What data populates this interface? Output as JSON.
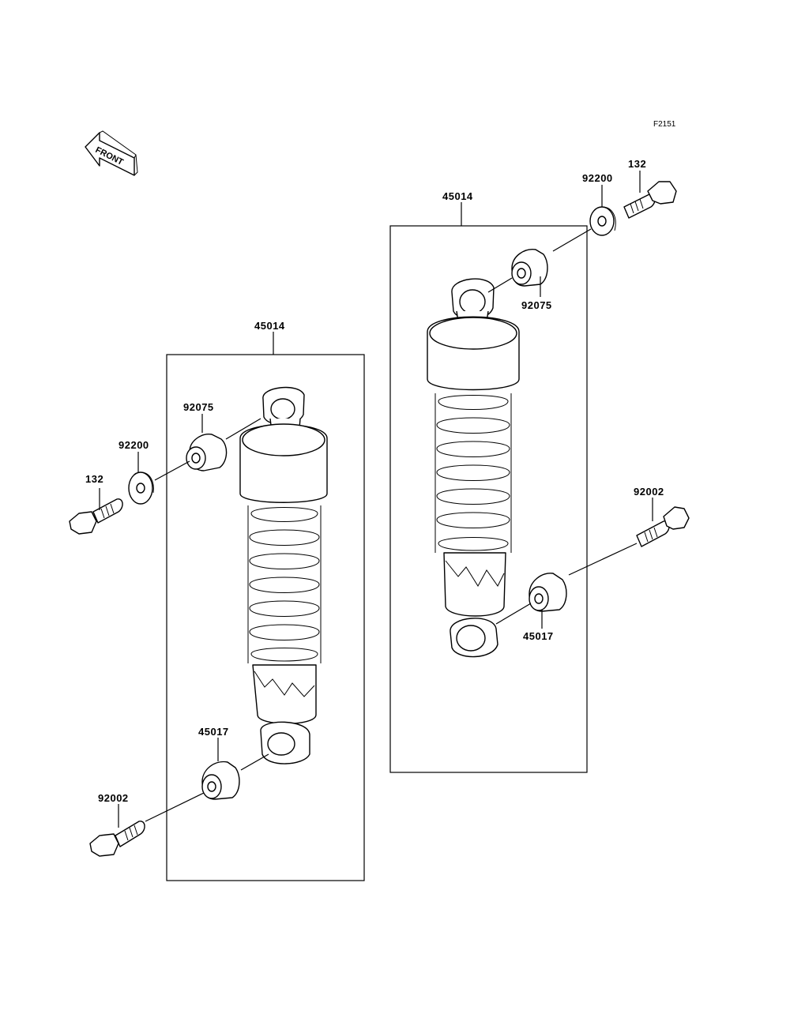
{
  "figure_code": "F2151",
  "front_label": "FRONT",
  "left_assembly": {
    "part_45014": "45014",
    "part_92075": "92075",
    "part_92200": "92200",
    "part_132": "132",
    "part_45017": "45017",
    "part_92002": "92002"
  },
  "right_assembly": {
    "part_45014": "45014",
    "part_92200": "92200",
    "part_132": "132",
    "part_92075": "92075",
    "part_92002": "92002",
    "part_45017": "45017"
  }
}
